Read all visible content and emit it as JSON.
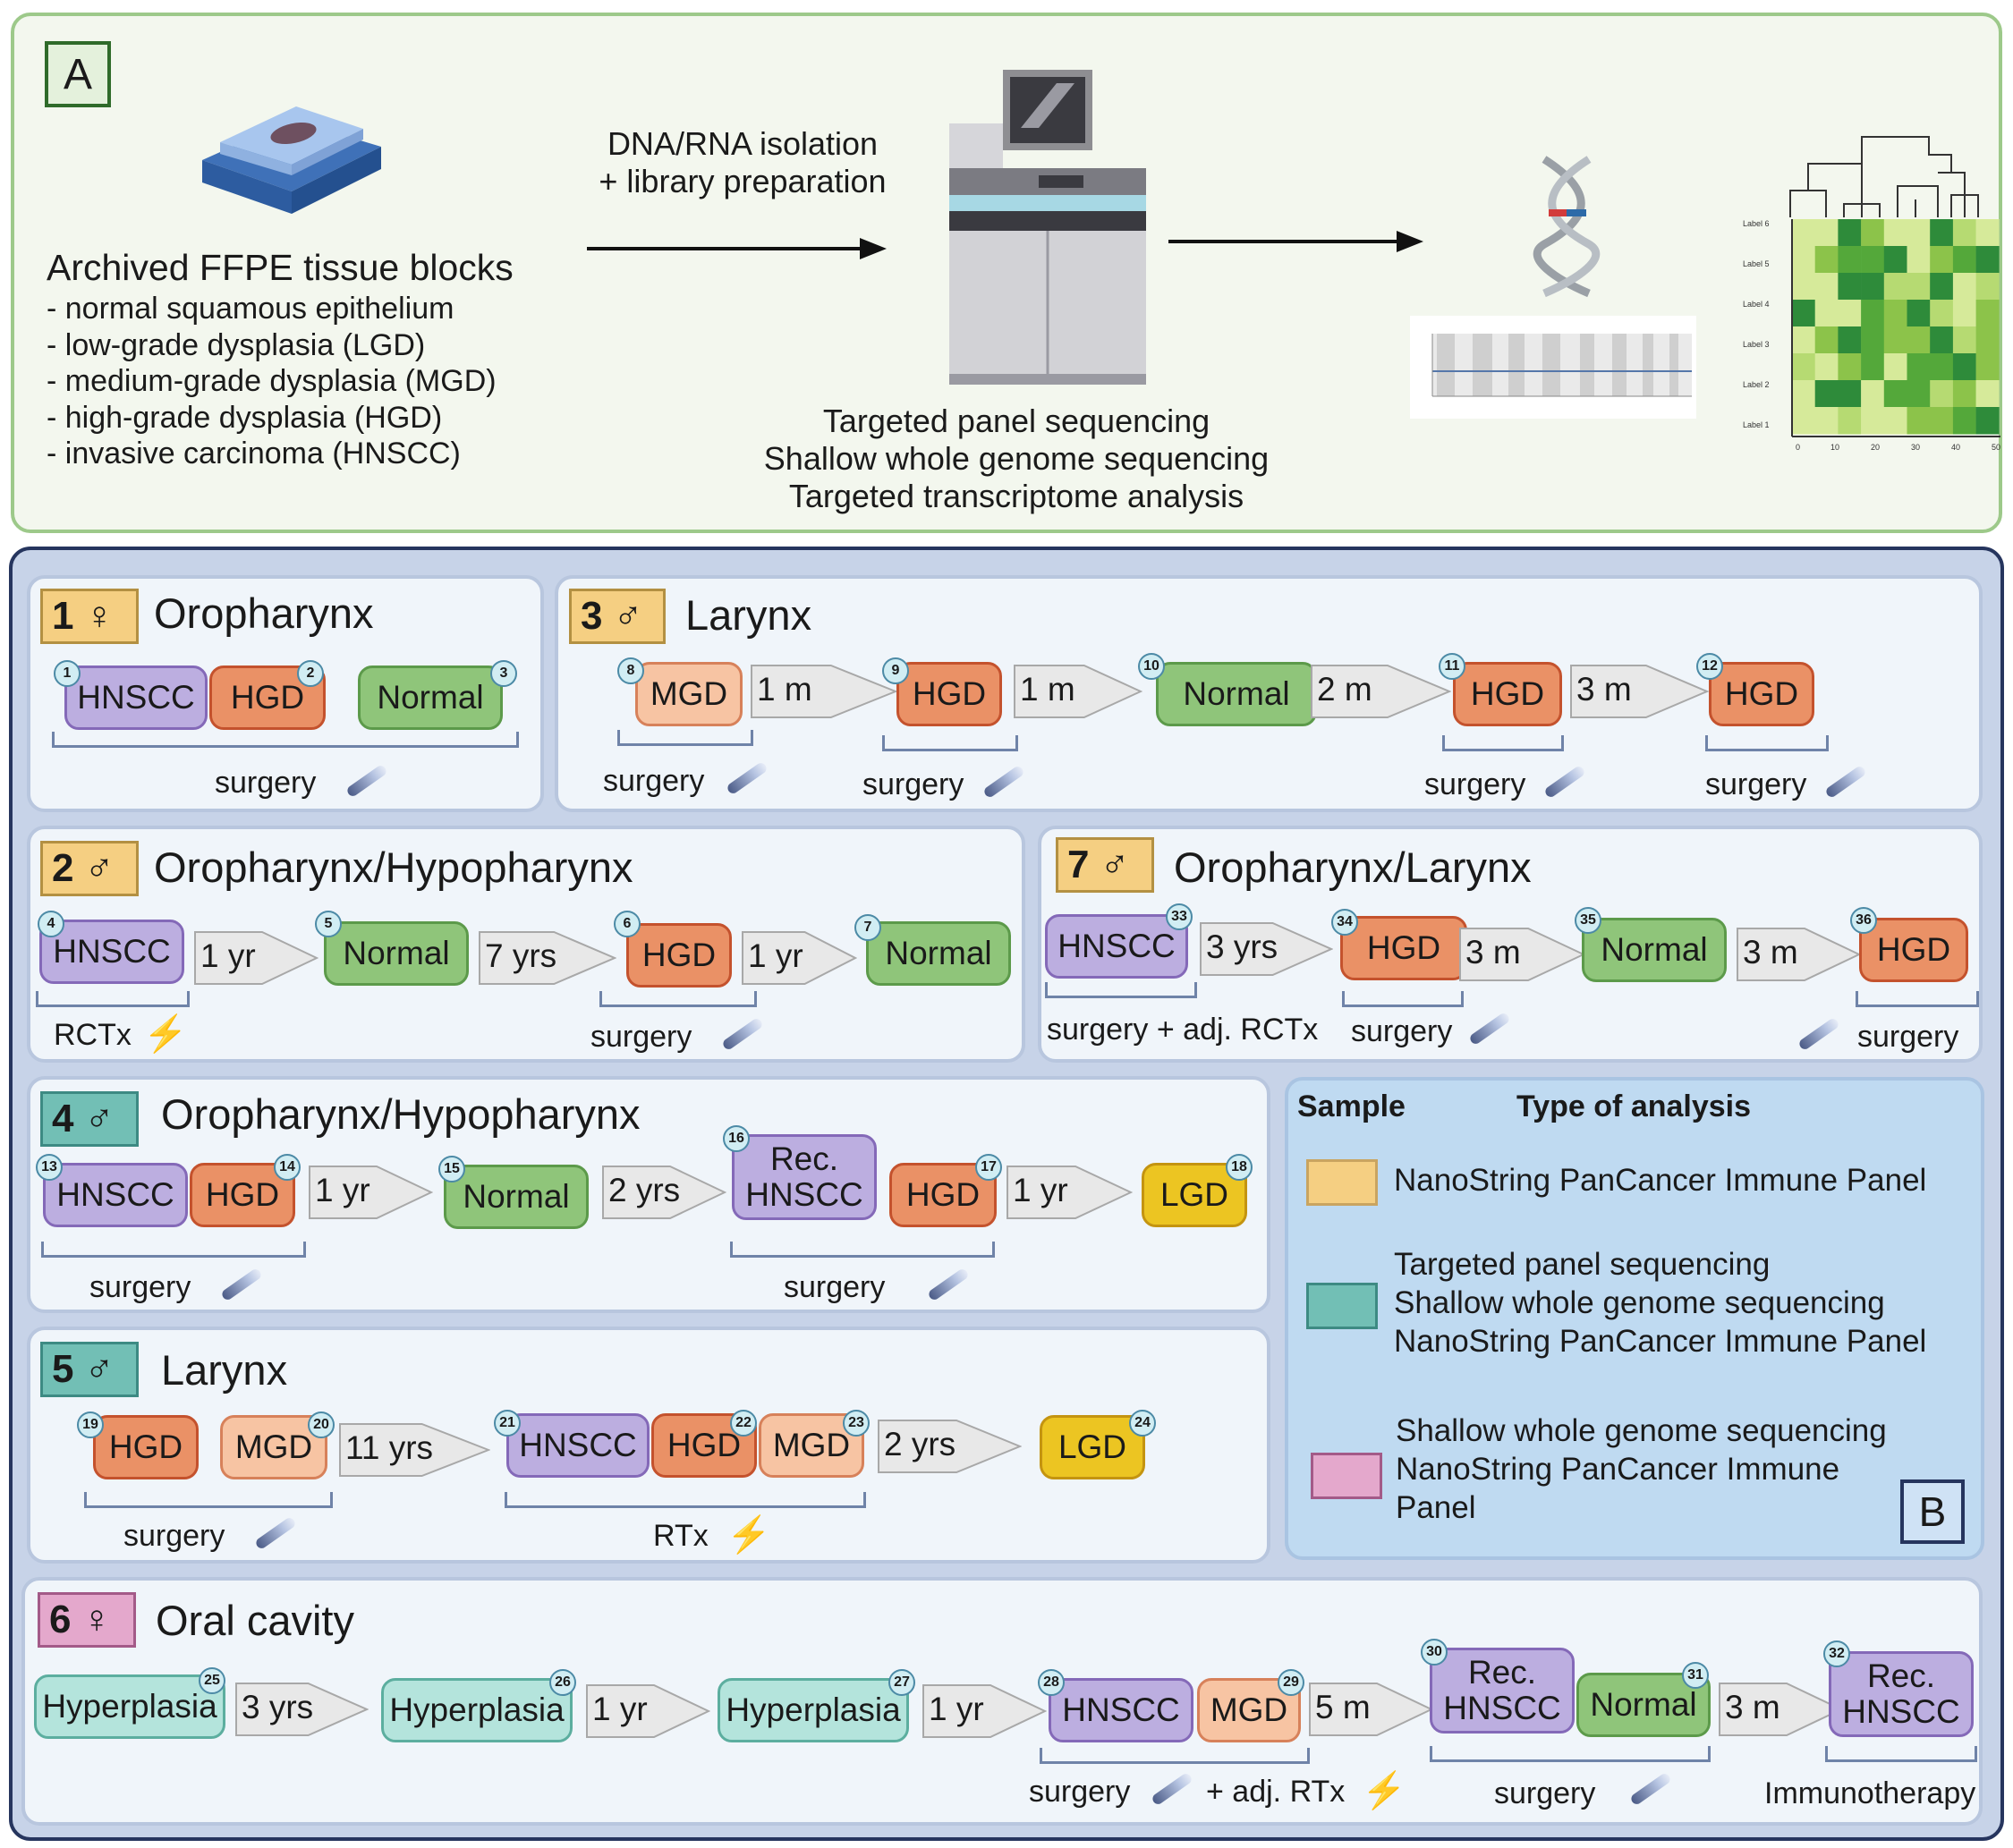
{
  "panel_a": {
    "letter": "A",
    "tissue_title": "Archived FFPE tissue blocks",
    "tissue_items": [
      "- normal squamous epithelium",
      "- low-grade dysplasia (LGD)",
      "- medium-grade dysplasia (MGD)",
      "- high-grade dysplasia (HGD)",
      "- invasive carcinoma (HNSCC)"
    ],
    "step1_lines": [
      "DNA/RNA isolation",
      "+ library preparation"
    ],
    "methods": [
      "Targeted panel sequencing",
      "Shallow whole genome sequencing",
      "Targeted transcriptome analysis"
    ],
    "heatmap_rows": [
      "Label 6",
      "Label 5",
      "Label 4",
      "Label 3",
      "Label 2",
      "Label 1"
    ],
    "heatmap_ticks": [
      "0",
      "10",
      "20",
      "30",
      "40",
      "50"
    ]
  },
  "panel_b": {
    "letter": "B",
    "legend": {
      "col1": "Sample",
      "col2": "Type of analysis",
      "entries": [
        {
          "color": "#f5cf82",
          "lines": [
            "NanoString PanCancer Immune Panel"
          ]
        },
        {
          "color": "#72bfb5",
          "lines": [
            "Targeted panel sequencing",
            "Shallow whole genome sequencing",
            "NanoString PanCancer Immune Panel"
          ]
        },
        {
          "color": "#e4a8cc",
          "lines": [
            "Shallow whole genome sequencing",
            "NanoString PanCancer Immune",
            "Panel"
          ]
        }
      ]
    },
    "patients": [
      {
        "id": "1",
        "sex": "♀",
        "site": "Oropharynx",
        "samples": [
          "HNSCC",
          "HGD",
          "Normal"
        ],
        "nums": [
          "1",
          "2",
          "3"
        ],
        "procs": [
          "surgery"
        ]
      },
      {
        "id": "3",
        "sex": "♂",
        "site": "Larynx",
        "samples": [
          "MGD",
          "HGD",
          "Normal",
          "HGD",
          "HGD"
        ],
        "nums": [
          "8",
          "9",
          "10",
          "11",
          "12"
        ],
        "intervals": [
          "1 m",
          "1 m",
          "2 m",
          "3 m"
        ],
        "procs": [
          "surgery",
          "surgery",
          "surgery",
          "surgery"
        ]
      },
      {
        "id": "2",
        "sex": "♂",
        "site": "Oropharynx/Hypopharynx",
        "samples": [
          "HNSCC",
          "Normal",
          "HGD",
          "Normal"
        ],
        "nums": [
          "4",
          "5",
          "6",
          "7"
        ],
        "intervals": [
          "1 yr",
          "7 yrs",
          "1 yr"
        ],
        "procs": [
          "RCTx",
          "surgery"
        ]
      },
      {
        "id": "7",
        "sex": "♂",
        "site": "Oropharynx/Larynx",
        "samples": [
          "HNSCC",
          "HGD",
          "Normal",
          "HGD"
        ],
        "nums": [
          "33",
          "34",
          "35",
          "36"
        ],
        "intervals": [
          "3 yrs",
          "3 m",
          "3 m"
        ],
        "procs": [
          "surgery + adj. RCTx",
          "surgery",
          "surgery"
        ]
      },
      {
        "id": "4",
        "sex": "♂",
        "site": "Oropharynx/Hypopharynx",
        "samples": [
          "HNSCC",
          "HGD",
          "Normal",
          "Rec. HNSCC",
          "HGD",
          "LGD"
        ],
        "nums": [
          "13",
          "14",
          "15",
          "16",
          "17",
          "18"
        ],
        "intervals": [
          "1 yr",
          "2 yrs",
          "1 yr"
        ],
        "procs": [
          "surgery",
          "surgery"
        ]
      },
      {
        "id": "5",
        "sex": "♂",
        "site": "Larynx",
        "samples": [
          "HGD",
          "MGD",
          "HNSCC",
          "HGD",
          "MGD",
          "LGD"
        ],
        "nums": [
          "19",
          "20",
          "21",
          "22",
          "23",
          "24"
        ],
        "intervals": [
          "11 yrs",
          "2 yrs"
        ],
        "procs": [
          "surgery",
          "RTx"
        ]
      },
      {
        "id": "6",
        "sex": "♀",
        "site": "Oral cavity",
        "samples": [
          "Hyperplasia",
          "Hyperplasia",
          "Hyperplasia",
          "HNSCC",
          "MGD",
          "Rec. HNSCC",
          "Normal",
          "Rec. HNSCC"
        ],
        "nums": [
          "25",
          "26",
          "27",
          "28",
          "29",
          "30",
          "31",
          "32"
        ],
        "intervals": [
          "3 yrs",
          "1 yr",
          "1 yr",
          "5 m",
          "3 m"
        ],
        "procs": [
          "surgery",
          "+ adj. RTx",
          "surgery",
          "Immunotherapy"
        ]
      }
    ]
  }
}
